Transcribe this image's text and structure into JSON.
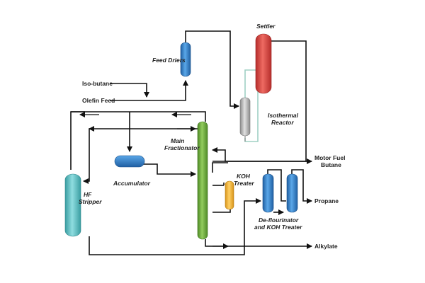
{
  "labels": {
    "settler": "Settler",
    "feed_driers": "Feed Driers",
    "iso_butane": "Iso-butane",
    "olefin_feed": "Olefin Feed",
    "isothermal_reactor_1": "Isothermal",
    "isothermal_reactor_2": "Reactor",
    "main_fractionator_1": "Main",
    "main_fractionator_2": "Fractionator",
    "accumulator": "Accumulator",
    "hf_stripper_1": "HF",
    "hf_stripper_2": "Stripper",
    "koh_treater_1": "KOH",
    "koh_treater_2": "Treater",
    "motor_fuel_butane_1": "Motor Fuel",
    "motor_fuel_butane_2": "Butane",
    "propane": "Propane",
    "defluorinator_1": "De-flourinator",
    "defluorinator_2": "and KOH Treater",
    "alkylate": "Alkylate"
  },
  "colors": {
    "settler": "#d9413f",
    "feed_driers": "#2f7fc8",
    "reactor": "#b8b8b8",
    "fractionator": "#6aaa3a",
    "accumulator": "#2f7fc8",
    "hf_stripper": "#5cc1c4",
    "koh_treater": "#f0b429",
    "defluorinator": "#2f7fc8"
  }
}
